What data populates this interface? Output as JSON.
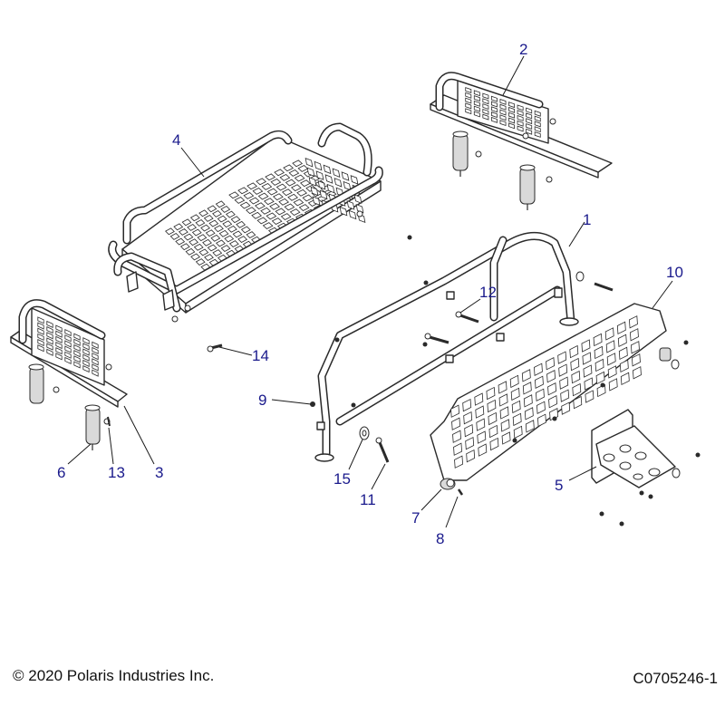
{
  "callouts": {
    "c1": "1",
    "c2": "2",
    "c3": "3",
    "c4": "4",
    "c5": "5",
    "c6": "6",
    "c7": "7",
    "c8": "8",
    "c9": "9",
    "c10": "10",
    "c11": "11",
    "c12": "12",
    "c13": "13",
    "c14": "14",
    "c15": "15"
  },
  "footer": {
    "copyright": "© 2020 Polaris Industries Inc.",
    "drawing_number": "C0705246-1"
  }
}
